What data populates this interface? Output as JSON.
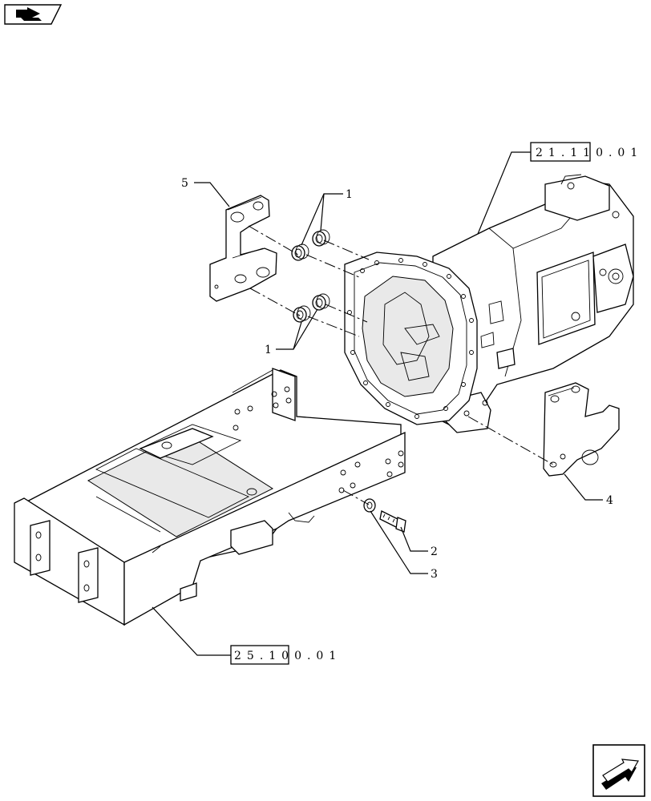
{
  "callouts": {
    "c1_top": "1",
    "c1_bottom": "1",
    "c2": "2",
    "c3": "3",
    "c4": "4",
    "c5": "5"
  },
  "references": {
    "transmission": "21.110.01",
    "frame": "25.100.01"
  },
  "icons": {
    "top_left": "book-arrow-icon",
    "bottom_right": "next-page-arrow-icon"
  }
}
